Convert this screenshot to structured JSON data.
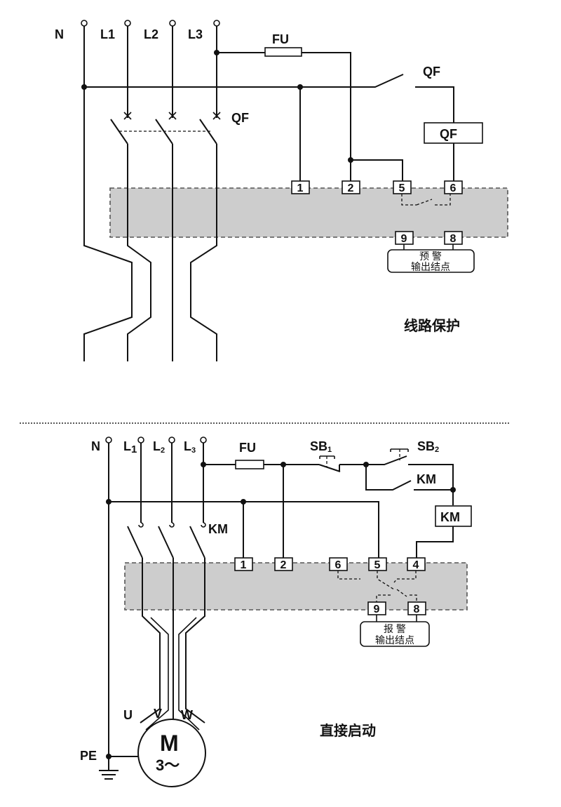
{
  "top": {
    "lines": [
      "N",
      "L1",
      "L2",
      "L3"
    ],
    "fuse": "FU",
    "breaker": "QF",
    "breaker_switch": "QF",
    "breaker_coil": "QF",
    "terminals_upper": [
      "1",
      "2",
      "5",
      "6"
    ],
    "terminals_lower": [
      "9",
      "8"
    ],
    "output_note_1": "预  警",
    "output_note_2": "输出结点",
    "caption": "线路保护"
  },
  "bottom": {
    "lines": [
      "N",
      "L",
      "L",
      "L"
    ],
    "line_subs": [
      "1",
      "2",
      "3"
    ],
    "fuse": "FU",
    "stop_button": "SB",
    "stop_sub": "1",
    "start_button": "SB",
    "start_sub": "2",
    "contact_km": "KM",
    "contactor_coil": "KM",
    "main_contacts": "KM",
    "terminals_upper": [
      "1",
      "2",
      "6",
      "5",
      "4"
    ],
    "terminals_lower": [
      "9",
      "8"
    ],
    "output_note_1": "报  警",
    "output_note_2": "输出结点",
    "phases": [
      "U",
      "V",
      "W"
    ],
    "motor_label": "M",
    "motor_sub": "3～",
    "pe_label": "PE",
    "caption": "直接启动"
  }
}
